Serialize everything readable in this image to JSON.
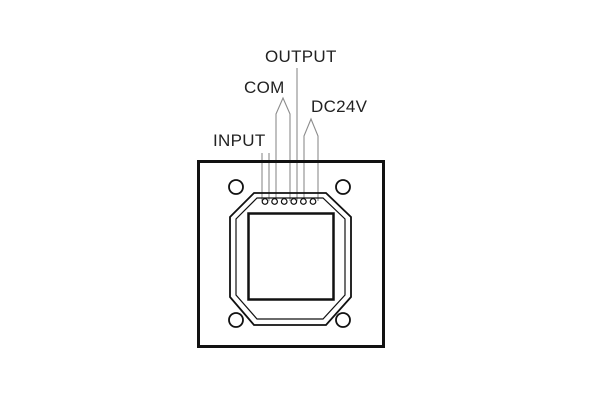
{
  "labels": {
    "output": "OUTPUT",
    "com": "COM",
    "dc24v": "DC24V",
    "input": "INPUT"
  },
  "pins": {
    "count": 6
  },
  "colors": {
    "outline": "#111111",
    "wire": "#8c8c8c",
    "text": "#222222",
    "background": "#ffffff"
  }
}
